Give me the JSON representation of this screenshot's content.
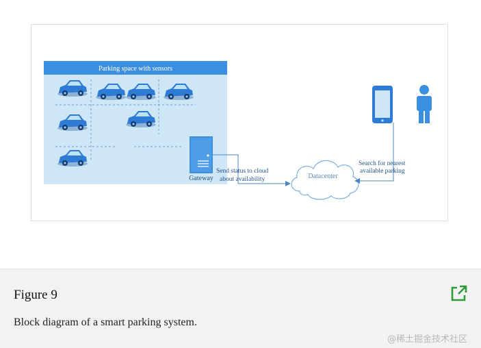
{
  "diagram": {
    "header": "Parking space with sensors",
    "gateway_label": "Gateway",
    "send_label_line1": "Send status to cloud",
    "send_label_line2": "about availability",
    "cloud_label": "Datacenter",
    "search_label_line1": "Search for nearest",
    "search_label_line2": "available parking"
  },
  "caption": {
    "figure_label": "Figure 9",
    "text": "Block diagram of a smart parking system."
  },
  "watermark": "@稀土掘金技术社区",
  "colors": {
    "header_blue": "#3b8fe0",
    "parking_fill": "#cfe6f7",
    "car_blue": "#2e7bd6",
    "arrow_blue": "#4a86c6",
    "link_green": "#2e9b3a"
  },
  "icons": {
    "car": "car-icon",
    "gateway": "server-icon",
    "cloud": "cloud-icon",
    "phone": "phone-icon",
    "person": "person-icon",
    "open": "external-link-icon"
  }
}
